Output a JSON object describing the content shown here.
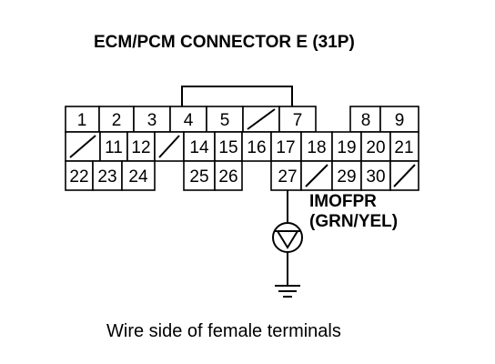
{
  "title": "ECM/PCM CONNECTOR E (31P)",
  "caption": "Wire side of female terminals",
  "signal_name": "IMOFPR",
  "wire_color": "(GRN/YEL)",
  "pins": {
    "p1": "1",
    "p2": "2",
    "p3": "3",
    "p4": "4",
    "p5": "5",
    "p7": "7",
    "p8": "8",
    "p9": "9",
    "p11": "11",
    "p12": "12",
    "p14": "14",
    "p15": "15",
    "p16": "16",
    "p17": "17",
    "p18": "18",
    "p19": "19",
    "p20": "20",
    "p21": "21",
    "p22": "22",
    "p23": "23",
    "p24": "24",
    "p25": "25",
    "p26": "26",
    "p27": "27",
    "p29": "29",
    "p30": "30"
  },
  "symbols": {
    "test_light": "test-light-symbol",
    "ground": "ground-symbol"
  }
}
